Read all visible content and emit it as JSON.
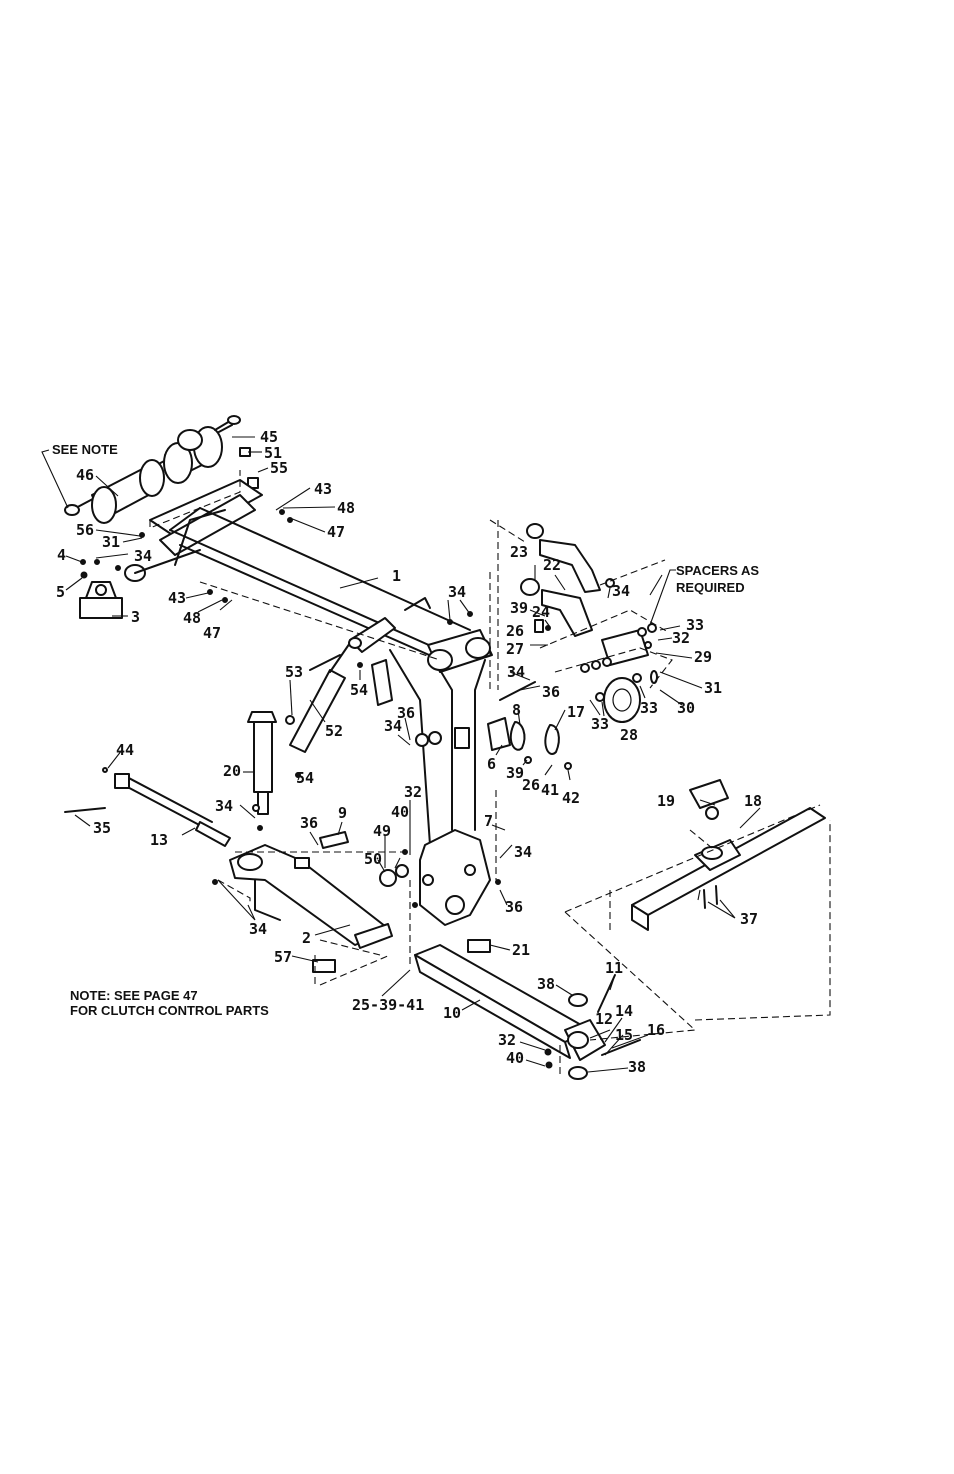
{
  "notes": {
    "see_note": "SEE NOTE",
    "spacers_line1": "SPACERS AS",
    "spacers_line2": "REQUIRED",
    "footer_line1": "NOTE:  SEE PAGE  47",
    "footer_line2": "FOR CLUTCH CONTROL PARTS"
  },
  "callouts": [
    {
      "id": "c45",
      "text": "45"
    },
    {
      "id": "c51",
      "text": "51"
    },
    {
      "id": "c55",
      "text": "55"
    },
    {
      "id": "c46",
      "text": "46"
    },
    {
      "id": "c43a",
      "text": "43"
    },
    {
      "id": "c48a",
      "text": "48"
    },
    {
      "id": "c47a",
      "text": "47"
    },
    {
      "id": "c56",
      "text": "56"
    },
    {
      "id": "c31a",
      "text": "31"
    },
    {
      "id": "c4",
      "text": "4"
    },
    {
      "id": "c34a",
      "text": "34"
    },
    {
      "id": "c5",
      "text": "5"
    },
    {
      "id": "c3",
      "text": "3"
    },
    {
      "id": "c43b",
      "text": "43"
    },
    {
      "id": "c48b",
      "text": "48"
    },
    {
      "id": "c47b",
      "text": "47"
    },
    {
      "id": "c1",
      "text": "1"
    },
    {
      "id": "c34b",
      "text": "34"
    },
    {
      "id": "c23",
      "text": "23"
    },
    {
      "id": "c22",
      "text": "22"
    },
    {
      "id": "c34c",
      "text": "34"
    },
    {
      "id": "c39a",
      "text": "39"
    },
    {
      "id": "c24",
      "text": "24"
    },
    {
      "id": "c26a",
      "text": "26"
    },
    {
      "id": "c27",
      "text": "27"
    },
    {
      "id": "c33a",
      "text": "33"
    },
    {
      "id": "c32a",
      "text": "32"
    },
    {
      "id": "c29",
      "text": "29"
    },
    {
      "id": "c31b",
      "text": "31"
    },
    {
      "id": "c30",
      "text": "30"
    },
    {
      "id": "c33b",
      "text": "33"
    },
    {
      "id": "c33c",
      "text": "33"
    },
    {
      "id": "c28",
      "text": "28"
    },
    {
      "id": "c34d",
      "text": "34"
    },
    {
      "id": "c36a",
      "text": "36"
    },
    {
      "id": "c53",
      "text": "53"
    },
    {
      "id": "c54a",
      "text": "54"
    },
    {
      "id": "c52",
      "text": "52"
    },
    {
      "id": "c54b",
      "text": "54"
    },
    {
      "id": "c36b",
      "text": "36"
    },
    {
      "id": "c34e",
      "text": "34"
    },
    {
      "id": "c8",
      "text": "8"
    },
    {
      "id": "c17",
      "text": "17"
    },
    {
      "id": "c6",
      "text": "6"
    },
    {
      "id": "c39b",
      "text": "39"
    },
    {
      "id": "c26b",
      "text": "26"
    },
    {
      "id": "c41",
      "text": "41"
    },
    {
      "id": "c42",
      "text": "42"
    },
    {
      "id": "c20",
      "text": "20"
    },
    {
      "id": "c44",
      "text": "44"
    },
    {
      "id": "c35",
      "text": "35"
    },
    {
      "id": "c13",
      "text": "13"
    },
    {
      "id": "c34f",
      "text": "34"
    },
    {
      "id": "c9",
      "text": "9"
    },
    {
      "id": "c36c",
      "text": "36"
    },
    {
      "id": "c32b",
      "text": "32"
    },
    {
      "id": "c40a",
      "text": "40"
    },
    {
      "id": "c49",
      "text": "49"
    },
    {
      "id": "c50",
      "text": "50"
    },
    {
      "id": "c7",
      "text": "7"
    },
    {
      "id": "c34g",
      "text": "34"
    },
    {
      "id": "c36d",
      "text": "36"
    },
    {
      "id": "c19",
      "text": "19"
    },
    {
      "id": "c18",
      "text": "18"
    },
    {
      "id": "c37",
      "text": "37"
    },
    {
      "id": "c34h",
      "text": "34"
    },
    {
      "id": "c2",
      "text": "2"
    },
    {
      "id": "c57",
      "text": "57"
    },
    {
      "id": "c21",
      "text": "21"
    },
    {
      "id": "c253941",
      "text": "25-39-41"
    },
    {
      "id": "c11",
      "text": "11"
    },
    {
      "id": "c38a",
      "text": "38"
    },
    {
      "id": "c10",
      "text": "10"
    },
    {
      "id": "c12",
      "text": "12"
    },
    {
      "id": "c14",
      "text": "14"
    },
    {
      "id": "c15",
      "text": "15"
    },
    {
      "id": "c16",
      "text": "16"
    },
    {
      "id": "c32c",
      "text": "32"
    },
    {
      "id": "c40b",
      "text": "40"
    },
    {
      "id": "c38b",
      "text": "38"
    }
  ]
}
